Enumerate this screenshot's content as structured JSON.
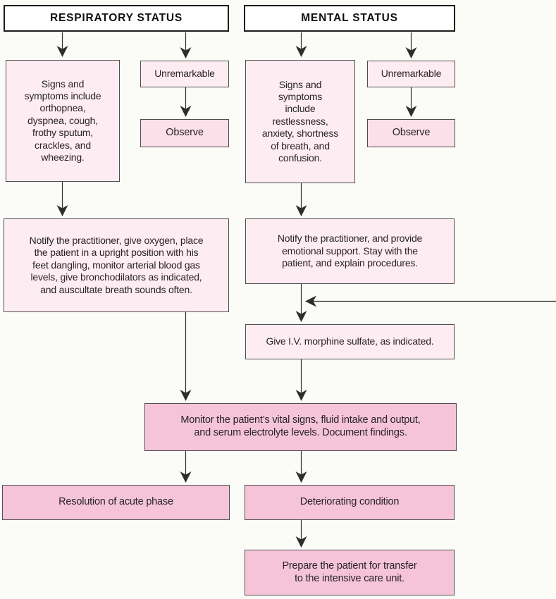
{
  "title": "Pulmonary edema care flowchart",
  "colors": {
    "light_pink": "#fdedf2",
    "observe_pink": "#fbdfe9",
    "medium_pink": "#f5c4d8",
    "header_background": "#ffffff",
    "box_border": "#4e4f51",
    "header_border": "#1c1c1c",
    "arrow": "#2e2e2e"
  },
  "nodes": {
    "respiratory_header": {
      "label": "RESPIRATORY STATUS"
    },
    "mental_header": {
      "label": "MENTAL STATUS"
    },
    "respiratory_signs": {
      "label": "Signs and\nsymptoms include\northopnea,\ndyspnea, cough,\nfrothy sputum,\ncrackles, and\nwheezing."
    },
    "respiratory_unremarkable": {
      "label": "Unremarkable"
    },
    "respiratory_observe": {
      "label": "Observe"
    },
    "mental_signs": {
      "label": "Signs and\nsymptoms\ninclude\nrestlessness,\nanxiety, shortness\nof breath, and\nconfusion."
    },
    "mental_unremarkable": {
      "label": "Unremarkable"
    },
    "mental_observe": {
      "label": "Observe"
    },
    "respiratory_intervention": {
      "label": "Notify the practitioner, give oxygen, place\nthe patient in a upright position with his\nfeet dangling, monitor arterial blood gas\nlevels, give bronchodilators as indicated,\nand auscultate breath sounds often."
    },
    "mental_intervention": {
      "label": "Notify the practitioner, and provide\nemotional support. Stay with the\npatient, and explain procedures."
    },
    "morphine": {
      "label": "Give I.V. morphine sulfate, as indicated."
    },
    "monitor": {
      "label": "Monitor the patient’s vital signs, fluid intake and output,\nand serum electrolyte levels. Document findings."
    },
    "resolution": {
      "label": "Resolution of acute phase"
    },
    "deteriorating": {
      "label": "Deteriorating condition"
    },
    "prepare": {
      "label": "Prepare the patient for transfer\nto the intensive care unit."
    }
  },
  "edges": [
    {
      "from": "respiratory_header",
      "to": "respiratory_signs"
    },
    {
      "from": "respiratory_header",
      "to": "respiratory_unremarkable"
    },
    {
      "from": "respiratory_unremarkable",
      "to": "respiratory_observe"
    },
    {
      "from": "respiratory_signs",
      "to": "respiratory_intervention"
    },
    {
      "from": "mental_header",
      "to": "mental_signs"
    },
    {
      "from": "mental_header",
      "to": "mental_unremarkable"
    },
    {
      "from": "mental_unremarkable",
      "to": "mental_observe"
    },
    {
      "from": "mental_signs",
      "to": "mental_intervention"
    },
    {
      "from": "mental_intervention",
      "to": "morphine"
    },
    {
      "from": "offpage_right",
      "to": "morphine"
    },
    {
      "from": "respiratory_intervention",
      "to": "monitor"
    },
    {
      "from": "morphine",
      "to": "monitor"
    },
    {
      "from": "monitor",
      "to": "resolution"
    },
    {
      "from": "monitor",
      "to": "deteriorating"
    },
    {
      "from": "deteriorating",
      "to": "prepare"
    }
  ]
}
